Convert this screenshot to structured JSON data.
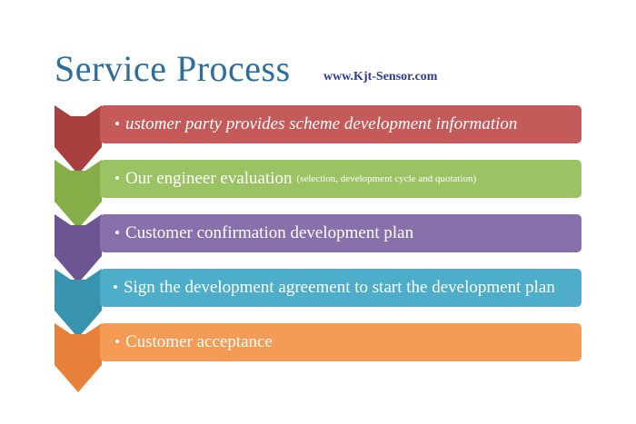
{
  "title": "Service Process",
  "website": "www.Kjt-Sensor.com",
  "bullet": "•",
  "steps": [
    {
      "text": "ustomer party provides scheme development information",
      "note": "",
      "color": "#c55a5a",
      "chevron_color": "#a9403f"
    },
    {
      "text": "Our engineer evaluation",
      "note": "(selection, development cycle and quotation)",
      "color": "#9cc363",
      "chevron_color": "#85ae48"
    },
    {
      "text": "Customer confirmation development plan",
      "note": "",
      "color": "#8870ac",
      "chevron_color": "#6d5593"
    },
    {
      "text": "Sign the development agreement to start the development plan",
      "note": "",
      "color": "#4eaec9",
      "chevron_color": "#3793ae"
    },
    {
      "text": "Customer acceptance",
      "note": "",
      "color": "#f49b55",
      "chevron_color": "#e8803a"
    }
  ]
}
